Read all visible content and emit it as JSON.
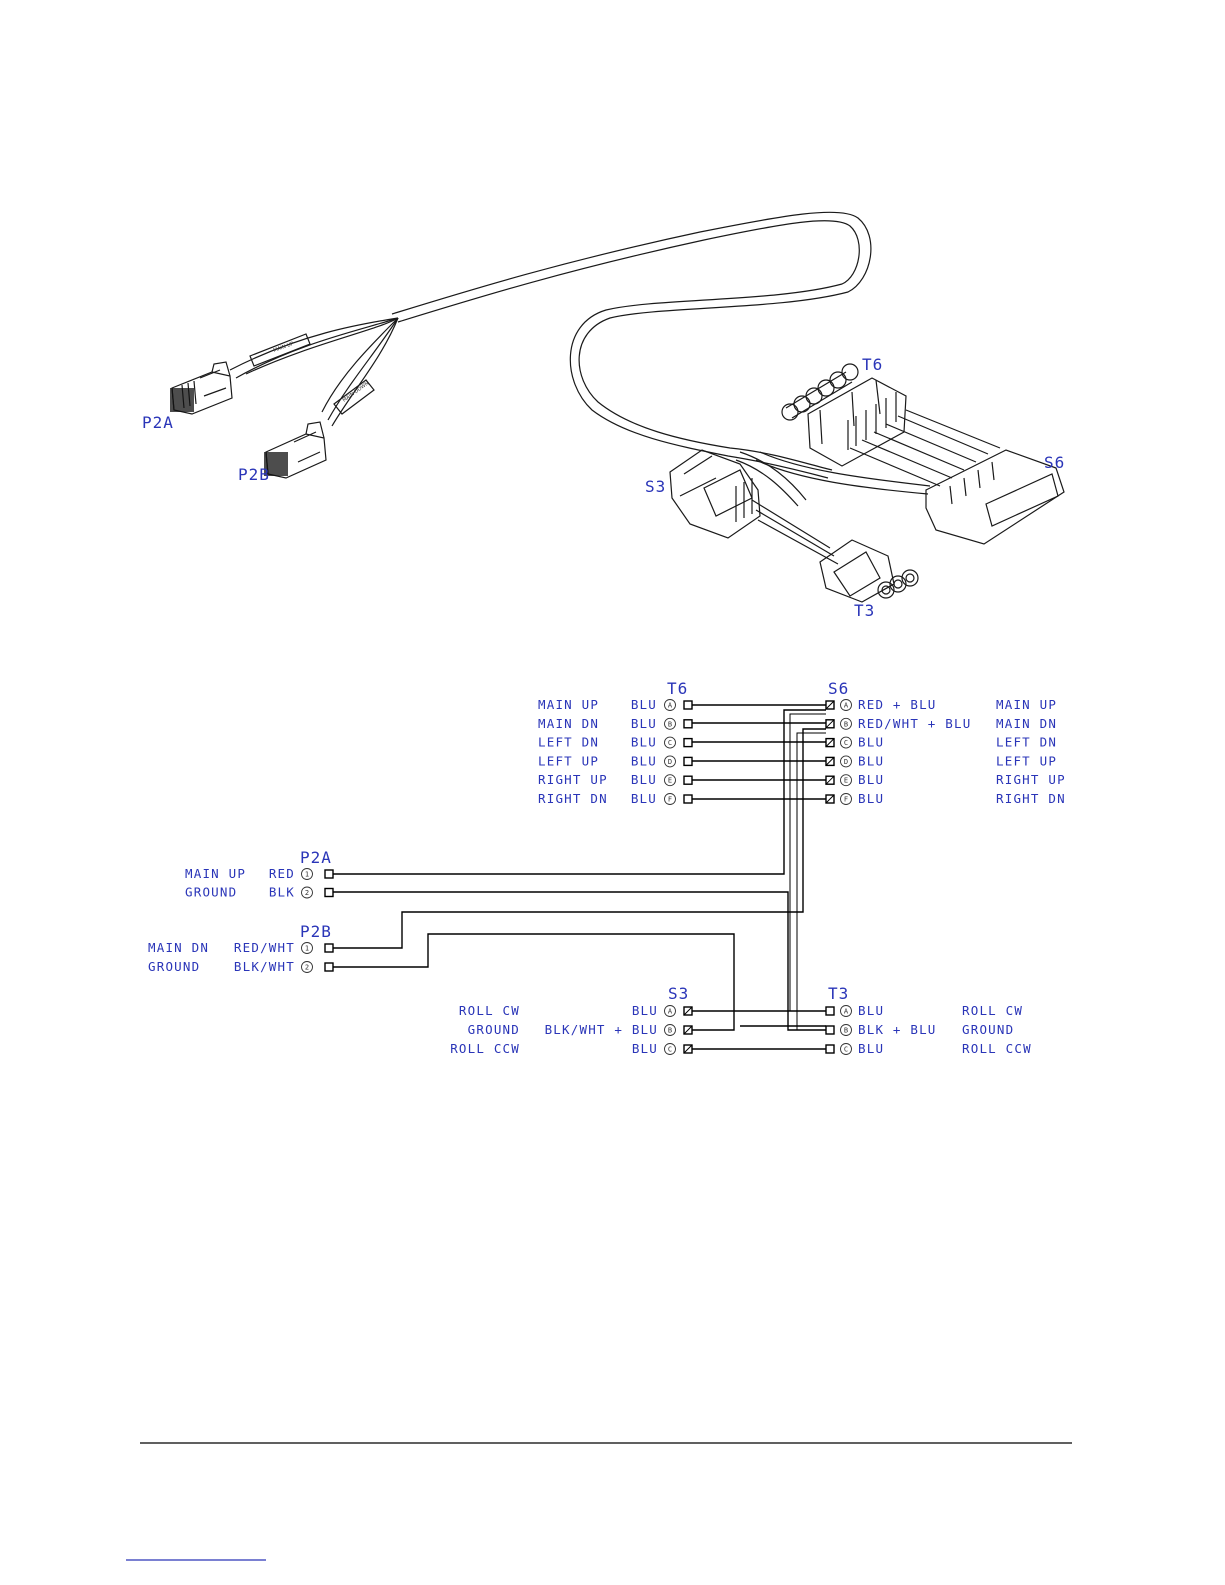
{
  "illustration": {
    "labels": {
      "p2a": "P2A",
      "p2b": "P2B",
      "t6": "T6",
      "s6": "S6",
      "s3": "S3",
      "t3": "T3"
    },
    "sleeve_tags": {
      "upper": "MAIN UP",
      "lower": "MAIN DOWN"
    }
  },
  "schematic": {
    "t6": {
      "title": "T6",
      "rows": [
        {
          "func": "MAIN UP",
          "color": "BLU",
          "pin": "A"
        },
        {
          "func": "MAIN DN",
          "color": "BLU",
          "pin": "B"
        },
        {
          "func": "LEFT DN",
          "color": "BLU",
          "pin": "C"
        },
        {
          "func": "LEFT UP",
          "color": "BLU",
          "pin": "D"
        },
        {
          "func": "RIGHT UP",
          "color": "BLU",
          "pin": "E"
        },
        {
          "func": "RIGHT DN",
          "color": "BLU",
          "pin": "F"
        }
      ]
    },
    "s6": {
      "title": "S6",
      "rows": [
        {
          "pin": "A",
          "color": "RED + BLU",
          "func": "MAIN UP"
        },
        {
          "pin": "B",
          "color": "RED/WHT + BLU",
          "func": "MAIN DN"
        },
        {
          "pin": "C",
          "color": "BLU",
          "func": "LEFT DN"
        },
        {
          "pin": "D",
          "color": "BLU",
          "func": "LEFT UP"
        },
        {
          "pin": "E",
          "color": "BLU",
          "func": "RIGHT UP"
        },
        {
          "pin": "F",
          "color": "BLU",
          "func": "RIGHT DN"
        }
      ]
    },
    "p2a": {
      "title": "P2A",
      "rows": [
        {
          "func": "MAIN UP",
          "color": "RED",
          "pin": "1"
        },
        {
          "func": "GROUND",
          "color": "BLK",
          "pin": "2"
        }
      ]
    },
    "p2b": {
      "title": "P2B",
      "rows": [
        {
          "func": "MAIN DN",
          "color": "RED/WHT",
          "pin": "1"
        },
        {
          "func": "GROUND",
          "color": "BLK/WHT",
          "pin": "2"
        }
      ]
    },
    "s3": {
      "title": "S3",
      "rows": [
        {
          "func": "ROLL CW",
          "color": "BLU",
          "pin": "A"
        },
        {
          "func": "GROUND",
          "color": "BLK/WHT + BLU",
          "pin": "B"
        },
        {
          "func": "ROLL CCW",
          "color": "BLU",
          "pin": "C"
        }
      ]
    },
    "t3": {
      "title": "T3",
      "rows": [
        {
          "pin": "A",
          "color": "BLU",
          "func": "ROLL CW"
        },
        {
          "pin": "B",
          "color": "BLK + BLU",
          "func": "GROUND"
        },
        {
          "pin": "C",
          "color": "BLU",
          "func": "ROLL CCW"
        }
      ]
    }
  }
}
